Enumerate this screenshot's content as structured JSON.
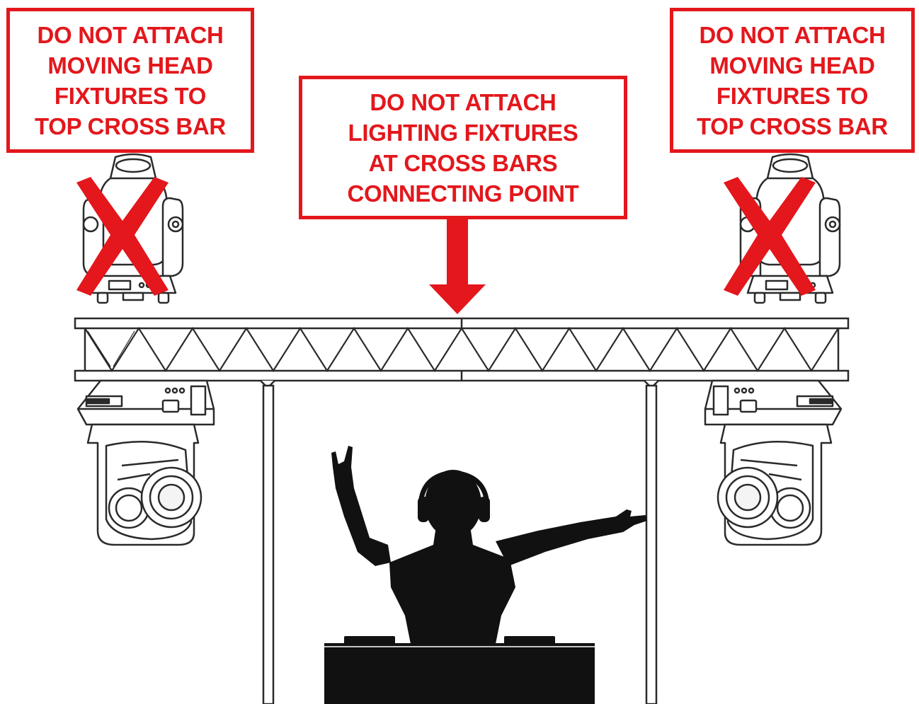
{
  "colors": {
    "warning": "#e3171c",
    "line": "#2a2a2a",
    "silhouette": "#111111",
    "background": "#ffffff"
  },
  "warnings": {
    "left": "DO NOT ATTACH\nMOVING HEAD\nFIXTURES TO\nTOP CROSS BAR",
    "center": "DO NOT ATTACH\nLIGHTING FIXTURES\nAT CROSS BARS\nCONNECTING POINT",
    "right": "DO NOT ATTACH\nMOVING HEAD\nFIXTURES TO\nTOP CROSS BAR"
  },
  "icons": {
    "prohibited": "x-mark-icon",
    "pointer": "arrow-down-icon"
  }
}
